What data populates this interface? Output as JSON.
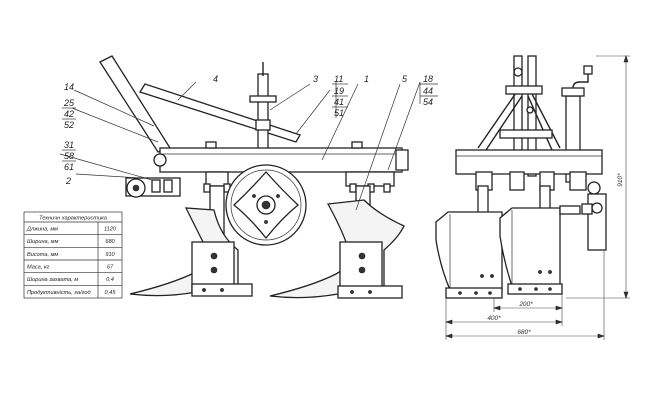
{
  "callouts": {
    "c14": "14",
    "c25": "25",
    "c42": "42",
    "c52": "52",
    "c31": "31",
    "c58": "58",
    "c61": "61",
    "c2": "2",
    "c4": "4",
    "c3": "3",
    "c11": "11",
    "c19": "19",
    "c41": "41",
    "c51": "51",
    "c1": "1",
    "c5": "5",
    "c18": "18",
    "c44": "44",
    "c54": "54"
  },
  "spec_table": {
    "title": "Техничн характеристика",
    "rows": [
      {
        "name": "Длжина, мм",
        "value": "1120"
      },
      {
        "name": "Ширина, мм",
        "value": "680"
      },
      {
        "name": "Висота, мм",
        "value": "910"
      },
      {
        "name": "Маса, кг",
        "value": "67"
      },
      {
        "name": "Ширина захвата, м",
        "value": "0,4"
      },
      {
        "name": "Продуктивність, га/год",
        "value": "0,45"
      }
    ]
  },
  "dimensions": {
    "height": "910*",
    "width_small": "200*",
    "width_mid": "400*",
    "width_total": "680*"
  }
}
